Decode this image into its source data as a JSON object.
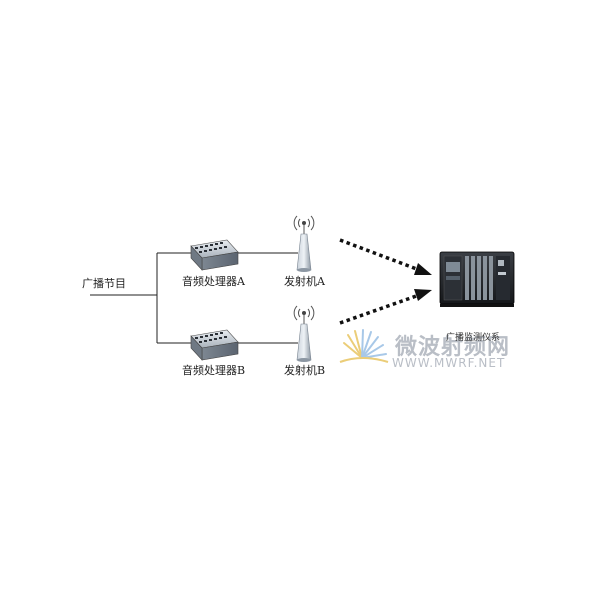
{
  "labels": {
    "source": "广播节目",
    "processor_a": "音频处理器A",
    "processor_b": "音频处理器B",
    "transmitter_a": "发射机A",
    "transmitter_b": "发射机B",
    "receiver": "广播监测仪系"
  },
  "watermark": {
    "cn": "微波射频网",
    "url": "WWW.MWRF.NET"
  },
  "colors": {
    "line": "#222222",
    "processor_body": "#9aa3ad",
    "watermark": "#b9bec6"
  }
}
